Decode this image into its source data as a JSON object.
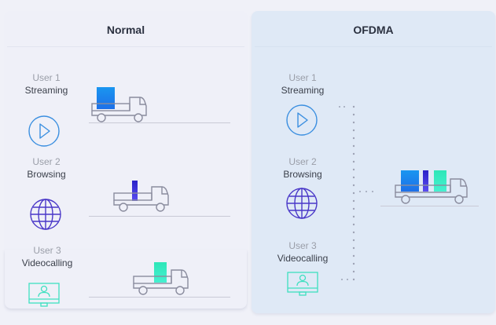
{
  "panels": {
    "normal": {
      "title": "Normal"
    },
    "ofdma": {
      "title": "OFDMA"
    }
  },
  "users": [
    {
      "number": "User 1",
      "activity": "Streaming",
      "icon": "play-circle-icon",
      "color": "#3b8fe0"
    },
    {
      "number": "User 2",
      "activity": "Browsing",
      "icon": "globe-icon",
      "color": "#4a38c8"
    },
    {
      "number": "User 3",
      "activity": "Videocalling",
      "icon": "video-call-monitor-icon",
      "color": "#3fe0c0"
    }
  ],
  "colors": {
    "streaming_cargo_top": "#1a96f0",
    "streaming_cargo_bottom": "#1d6fe8",
    "browsing_cargo_top": "#2a22c8",
    "browsing_cargo_bottom": "#5a4cf0",
    "videocall_cargo_top": "#2ee6b8",
    "videocall_cargo_bottom": "#45f0d0",
    "truck_outline": "#8a8c9e"
  }
}
